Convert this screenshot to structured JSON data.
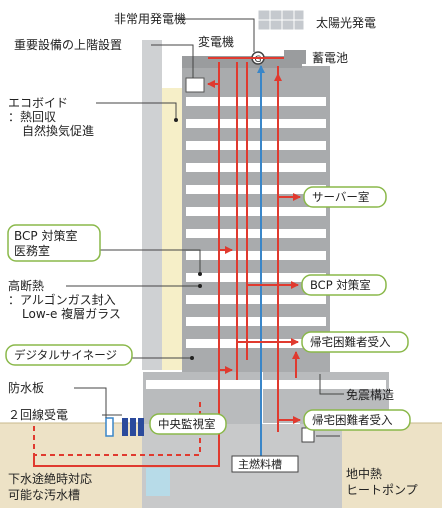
{
  "labels": {
    "emergency_generator": "非常用発電機",
    "solar": "太陽光発電",
    "transformer": "変電機",
    "battery": "蓄電池",
    "upper_floor_equipment": "重要設備の上階設置",
    "ecovoid_line1": "エコボイド",
    "ecovoid_line2": "：熱回収",
    "ecovoid_line3": "自然換気促進",
    "bcp_office_line1": "BCP 対策室",
    "bcp_office_line2": "医務室",
    "insulation_line1": "高断熱",
    "insulation_line2": "：アルゴンガス封入",
    "insulation_line3": "Low-e 複層ガラス",
    "digital_signage": "デジタルサイネージ",
    "flood_board": "防水板",
    "dual_power": "２回線受電",
    "sewage_line1": "下水途絶時対応",
    "sewage_line2": "可能な汚水槽",
    "seismic_isolation": "免震構造",
    "geothermal_line1": "地中熱",
    "geothermal_line2": "ヒートポンプ",
    "fuel_tank": "主燃料槽"
  },
  "pills": {
    "server_room": "サーバー室",
    "bcp_room": "BCP 対策室",
    "stranded_upper": "帰宅困難者受入",
    "stranded_lower": "帰宅困難者受入",
    "central_monitoring": "中央監視室"
  },
  "symbols": {
    "generator": "G"
  },
  "colors": {
    "power_line": "#e03a2f",
    "fuel_line": "#3a86c8",
    "pill_border": "#8ab84a",
    "ground": "#ede2c6",
    "floor_gray": "#a9abad",
    "ecovoid": "#f6efc8"
  }
}
